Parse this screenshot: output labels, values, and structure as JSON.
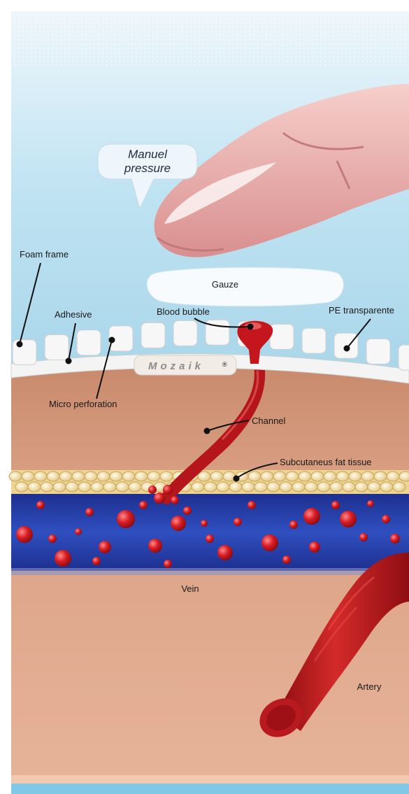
{
  "callout": {
    "line1": "Manuel",
    "line2": "pressure"
  },
  "brand": "Mozaik",
  "brand_mark": "®",
  "labels": {
    "gauze": "Gauze",
    "foam_frame": "Foam frame",
    "adhesive": "Adhesive",
    "blood_bubble": "Blood bubble",
    "pe_transparent": "PE transparente",
    "micro_perforation": "Micro perforation",
    "channel": "Channel",
    "subcutaneous_fat": "Subcutaneus fat tissue",
    "vein": "Vein",
    "artery": "Artery"
  },
  "colors": {
    "sky": "#bfe3f2",
    "skin": "#d99a7e",
    "vein": "#2840a8",
    "blood": "#c4161c",
    "fat": "#f2dc9a",
    "finger": "#f0b9b6"
  }
}
